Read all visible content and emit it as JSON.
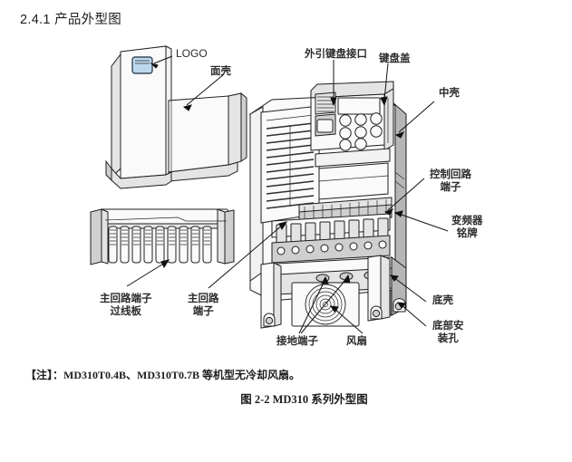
{
  "page": {
    "section_number": "2.4.1",
    "section_title": "2.4.1 产品外型图",
    "background_color": "#ffffff",
    "ink_color": "#1e1e1e"
  },
  "figure": {
    "caption": "图 2-2   MD310 系列外型图",
    "note": "【注】：MD310T0.4B、MD310T0.7B 等机型无冷却风扇。",
    "logo_badge_color": "#bcd8ee",
    "subject": "MD310 系列变频器外型图"
  },
  "callouts": [
    {
      "id": "logo",
      "label": "LOGO",
      "script": "latin"
    },
    {
      "id": "front-cover",
      "label": "面壳",
      "script": "han"
    },
    {
      "id": "external-keypad-port",
      "label": "外引键盘接口",
      "script": "han"
    },
    {
      "id": "keypad-cover",
      "label": "键盘盖",
      "script": "han"
    },
    {
      "id": "middle-shell",
      "label": "中壳",
      "script": "han"
    },
    {
      "id": "control-terminals",
      "label": "控制回路\n端子",
      "script": "han"
    },
    {
      "id": "nameplate",
      "label": "变频器\n铭牌",
      "script": "han"
    },
    {
      "id": "bottom-shell",
      "label": "底壳",
      "script": "han"
    },
    {
      "id": "mounting-hole",
      "label": "底部安\n装孔",
      "script": "han"
    },
    {
      "id": "wiring-guide-plate",
      "label": "主回路端子\n过线板",
      "script": "han"
    },
    {
      "id": "main-terminals",
      "label": "主回路\n端子",
      "script": "han"
    },
    {
      "id": "ground-terminals",
      "label": "接地端子",
      "script": "han"
    },
    {
      "id": "fan",
      "label": "风扇",
      "script": "han"
    }
  ],
  "keypad": {
    "button_count": 8,
    "display_present": true,
    "port_present": true
  }
}
